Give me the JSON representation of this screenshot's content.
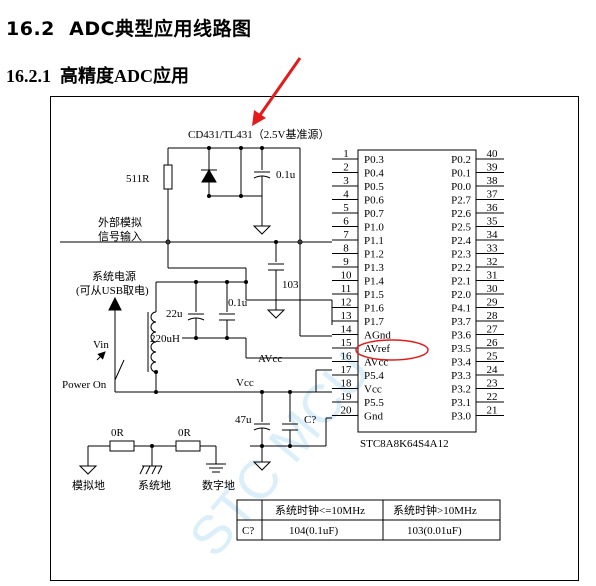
{
  "heading": {
    "number": "16.2",
    "title": "ADC典型应用线路图"
  },
  "subheading": {
    "number": "16.2.1",
    "title": "高精度ADC应用"
  },
  "diagram": {
    "ref_label": "CD431/TL431（2.5V基准源）",
    "r_511": "511R",
    "cap_01u_top": "0.1u",
    "ext_input_line1": "外部模拟",
    "ext_input_line2": "信号输入",
    "cap_103": "103",
    "sys_power_line1": "系统电源",
    "sys_power_line2": "(可从USB取电)",
    "cap_22u": "22u",
    "cap_01u_mid": "0.1u",
    "inductor": "220uH",
    "vin": "Vin",
    "power_on": "Power On",
    "avcc_net": "AVcc",
    "vcc_net": "Vcc",
    "cap_47u": "47u",
    "cap_cq": "C?",
    "r0_left": "0R",
    "r0_right": "0R",
    "gnd_analog": "模拟地",
    "gnd_system": "系统地",
    "gnd_digital": "数字地",
    "chip_name": "STC8A8K64S4A12",
    "watermark": "STC MCU",
    "left_pins": [
      {
        "num": "1",
        "name": "P0.3"
      },
      {
        "num": "2",
        "name": "P0.4"
      },
      {
        "num": "3",
        "name": "P0.5"
      },
      {
        "num": "4",
        "name": "P0.6"
      },
      {
        "num": "5",
        "name": "P0.7"
      },
      {
        "num": "6",
        "name": "P1.0"
      },
      {
        "num": "7",
        "name": "P1.1"
      },
      {
        "num": "8",
        "name": "P1.2"
      },
      {
        "num": "9",
        "name": "P1.3"
      },
      {
        "num": "10",
        "name": "P1.4"
      },
      {
        "num": "11",
        "name": "P1.5"
      },
      {
        "num": "12",
        "name": "P1.6"
      },
      {
        "num": "13",
        "name": "P1.7"
      },
      {
        "num": "14",
        "name": "AGnd"
      },
      {
        "num": "15",
        "name": "AVref"
      },
      {
        "num": "16",
        "name": "AVcc"
      },
      {
        "num": "17",
        "name": "P5.4"
      },
      {
        "num": "18",
        "name": "Vcc"
      },
      {
        "num": "19",
        "name": "P5.5"
      },
      {
        "num": "20",
        "name": "Gnd"
      }
    ],
    "right_pins": [
      {
        "num": "40",
        "name": "P0.2"
      },
      {
        "num": "39",
        "name": "P0.1"
      },
      {
        "num": "38",
        "name": "P0.0"
      },
      {
        "num": "37",
        "name": "P2.7"
      },
      {
        "num": "36",
        "name": "P2.6"
      },
      {
        "num": "35",
        "name": "P2.5"
      },
      {
        "num": "34",
        "name": "P2.4"
      },
      {
        "num": "33",
        "name": "P2.3"
      },
      {
        "num": "32",
        "name": "P2.2"
      },
      {
        "num": "31",
        "name": "P2.1"
      },
      {
        "num": "30",
        "name": "P2.0"
      },
      {
        "num": "29",
        "name": "P4.1"
      },
      {
        "num": "28",
        "name": "P3.7"
      },
      {
        "num": "27",
        "name": "P3.6"
      },
      {
        "num": "26",
        "name": "P3.5"
      },
      {
        "num": "25",
        "name": "P3.4"
      },
      {
        "num": "24",
        "name": "P3.3"
      },
      {
        "num": "23",
        "name": "P3.2"
      },
      {
        "num": "22",
        "name": "P3.1"
      },
      {
        "num": "21",
        "name": "P3.0"
      }
    ]
  },
  "table": {
    "headers": [
      "",
      "系统时钟<=10MHz",
      "系统时钟>10MHz"
    ],
    "row": [
      "C?",
      "104(0.1uF)",
      "103(0.01uF)"
    ]
  }
}
